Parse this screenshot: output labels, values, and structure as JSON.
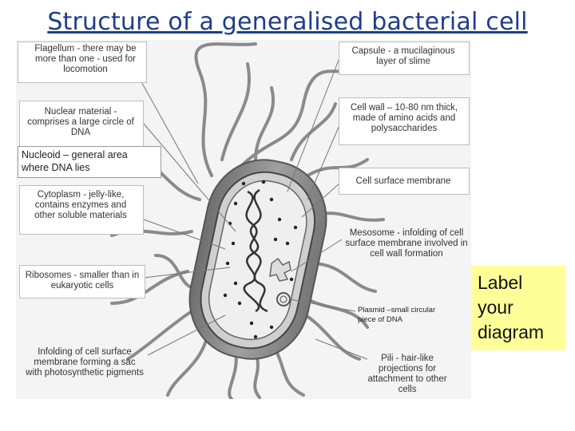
{
  "title": "Structure of a generalised bacterial cell",
  "labels": {
    "flagellum": "Flagellum - there may be more than one - used for locomotion",
    "nuclear_material": "Nuclear material - comprises a large circle of DNA",
    "nucleoid": "Nucleoid – general area where DNA lies",
    "cytoplasm": "Cytoplasm - jelly-like, contains enzymes and other soluble materials",
    "ribosomes": "Ribosomes - smaller than in eukaryotic cells",
    "infolding": "Infolding of cell surface membrane forming a sac with photosynthetic pigments",
    "capsule": "Capsule - a mucilaginous layer of slime",
    "cell_wall": "Cell wall – 10-80 nm thick, made of amino acids and polysaccharides",
    "cell_surface_membrane": "Cell surface membrane",
    "mesosome": "Mesosome - infolding of cell surface membrane involved in cell wall formation",
    "plasmid": "Plasmid –small circular piece of DNA",
    "pili": "Pili - hair-like projections for attachment to other cells"
  },
  "instruction": "Label your diagram",
  "colors": {
    "title": "#1f3c8f",
    "highlight": "#ffff99"
  }
}
